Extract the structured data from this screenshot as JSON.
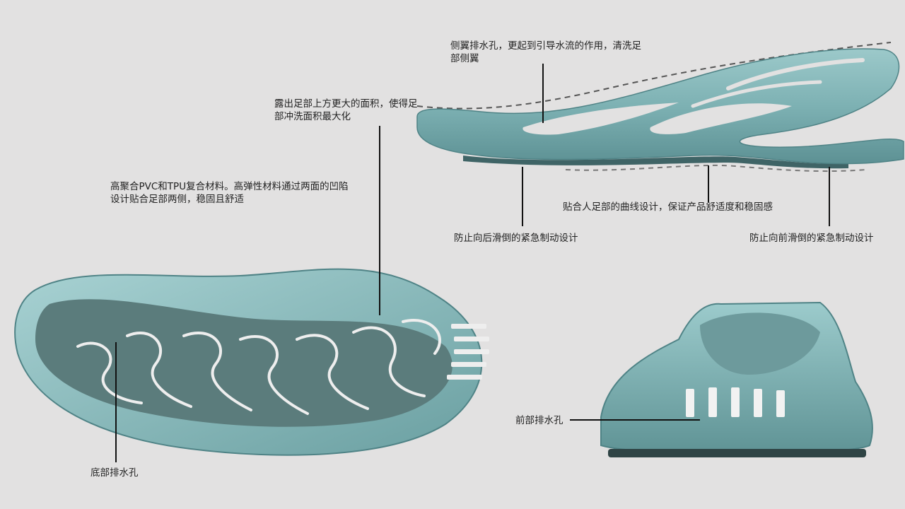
{
  "annotations": {
    "side_drain": "侧翼排水孔，更起到引导水流的作用，清洗足部侧翼",
    "exposed_area": "露出足部上方更大的面积，使得足部冲洗面积最大化",
    "material": "高聚合PVC和TPU复合材料。高弹性材料通过两面的凹陷设计贴合足部两侧，稳固且舒适",
    "curve_design": "贴合人足部的曲线设计，保证产品舒适度和稳固感",
    "anti_slip_back": "防止向后滑倒的紧急制动设计",
    "anti_slip_front": "防止向前滑倒的紧急制动设计",
    "front_drain": "前部排水孔",
    "bottom_drain": "底部排水孔"
  },
  "colors": {
    "background": "#e2e1e1",
    "shoe_teal": "#7fb3b5",
    "shoe_shadow": "#4f8386",
    "sole_dark": "#5b7c7c",
    "leader": "#111111"
  }
}
